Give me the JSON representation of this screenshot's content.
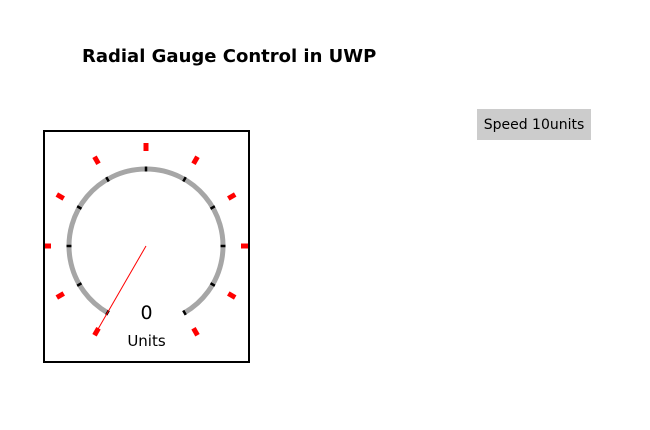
{
  "page": {
    "title": "Radial Gauge Control in UWP"
  },
  "speed_button": {
    "label": "Speed 10units"
  },
  "gauge": {
    "value": 0,
    "value_text": "0",
    "unit_label": "Units",
    "minimum": 0,
    "maximum": 100,
    "tick_count": 11,
    "start_angle_deg": -150,
    "end_angle_deg": 150,
    "colors": {
      "track": "#a6a6a6",
      "tick": "#000000",
      "scale_tick": "#ff0000",
      "needle": "#ff0000"
    }
  }
}
